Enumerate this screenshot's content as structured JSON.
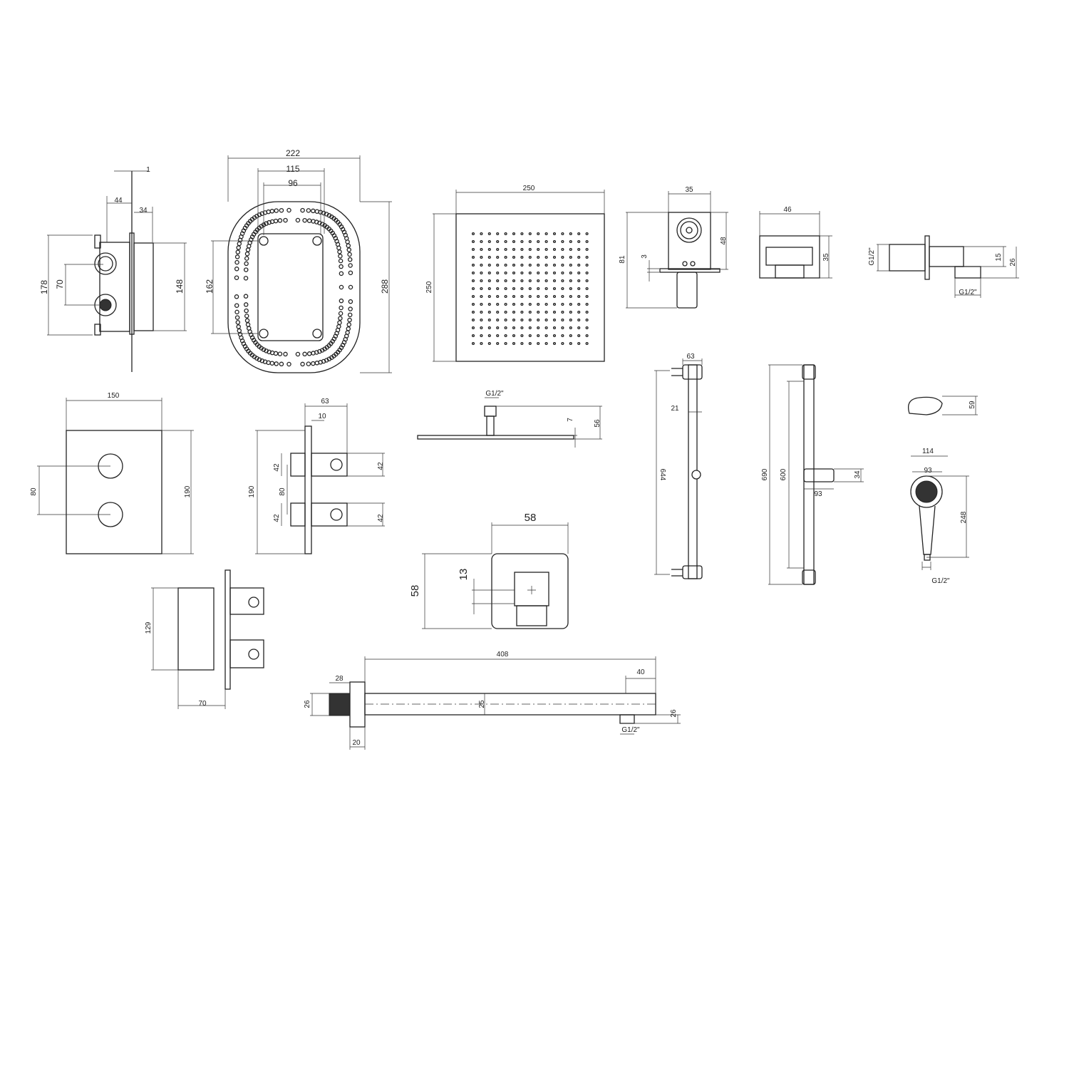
{
  "figures": [
    {
      "name": "concealed-valve-box",
      "dims": [
        "1",
        "44",
        "34",
        "178",
        "70",
        "148"
      ]
    },
    {
      "name": "mounting-plate",
      "dims": [
        "222",
        "115",
        "96",
        "162",
        "288"
      ]
    },
    {
      "name": "square-shower-head-top",
      "dims": [
        "250",
        "250"
      ]
    },
    {
      "name": "wall-outlet-side",
      "dims": [
        "35",
        "81",
        "3",
        "48"
      ]
    },
    {
      "name": "wall-outlet-front",
      "dims": [
        "46",
        "35"
      ]
    },
    {
      "name": "wall-outlet-profile",
      "dims": [
        "G1/2\"",
        "15",
        "26",
        "G1/2\""
      ]
    },
    {
      "name": "valve-trim-plate",
      "dims": [
        "150",
        "80",
        "190"
      ]
    },
    {
      "name": "valve-trim-side",
      "dims": [
        "63",
        "10",
        "190",
        "42",
        "80",
        "42",
        "42",
        "42"
      ]
    },
    {
      "name": "shower-head-side",
      "dims": [
        "G1/2\"",
        "7",
        "56"
      ]
    },
    {
      "name": "riser-rail-side",
      "dims": [
        "63",
        "21",
        "644"
      ]
    },
    {
      "name": "riser-rail-front",
      "dims": [
        "690",
        "600",
        "93",
        "34"
      ]
    },
    {
      "name": "hand-shower",
      "dims": [
        "59",
        "114",
        "93",
        "248",
        "G1/2\""
      ]
    },
    {
      "name": "square-outlet",
      "dims": [
        "58",
        "58",
        "13"
      ]
    },
    {
      "name": "valve-side",
      "dims": [
        "129",
        "70"
      ]
    },
    {
      "name": "shower-arm",
      "dims": [
        "408",
        "28",
        "40",
        "26",
        "25",
        "26",
        "G1/2\"",
        "20"
      ]
    }
  ]
}
